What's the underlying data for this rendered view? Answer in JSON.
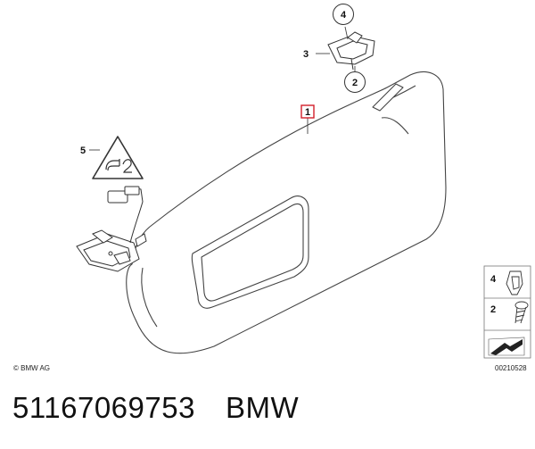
{
  "diagram": {
    "callouts": {
      "c1": "1",
      "c2": "2",
      "c3": "3",
      "c4": "4",
      "c5": "5"
    },
    "legend": {
      "item_4": "4",
      "item_2": "2"
    },
    "copyright": "© BMW AG",
    "diagram_number": "00210528",
    "colors": {
      "highlight": "#d21f2a",
      "line": "#333333"
    }
  },
  "footer": {
    "part_number": "51167069753",
    "brand": "BMW"
  }
}
